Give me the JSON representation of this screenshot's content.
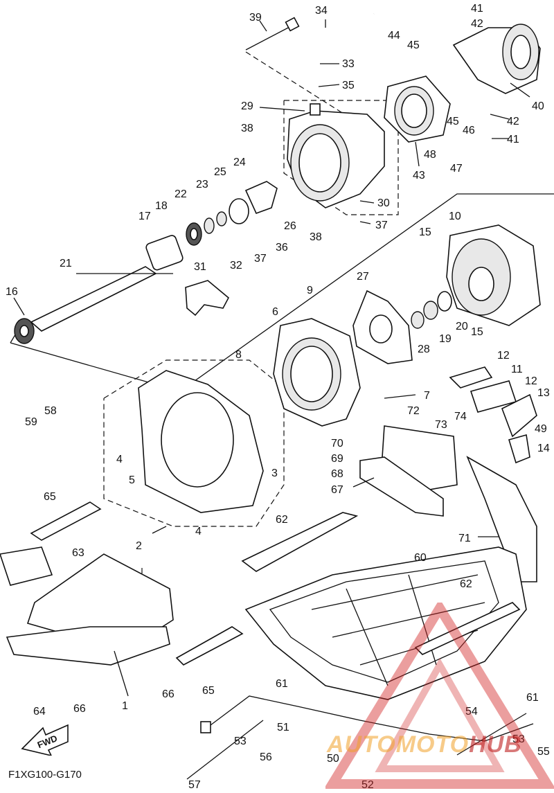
{
  "diagram": {
    "figure_code": "F1XG100-G170",
    "fwd_label": "FWD",
    "watermark": {
      "text_a": "AUTOMOTO",
      "text_b": "HUB",
      "color": "#d11a1a"
    },
    "callouts": [
      "1",
      "2",
      "3",
      "4",
      "4",
      "5",
      "6",
      "7",
      "8",
      "9",
      "10",
      "11",
      "12",
      "12",
      "13",
      "14",
      "15",
      "15",
      "16",
      "17",
      "18",
      "19",
      "20",
      "21",
      "22",
      "23",
      "24",
      "25",
      "26",
      "27",
      "28",
      "29",
      "30",
      "31",
      "32",
      "33",
      "34",
      "35",
      "36",
      "37",
      "37",
      "38",
      "38",
      "39",
      "40",
      "41",
      "41",
      "42",
      "42",
      "43",
      "44",
      "45",
      "45",
      "46",
      "47",
      "48",
      "49",
      "50",
      "51",
      "52",
      "53",
      "53",
      "54",
      "55",
      "56",
      "57",
      "58",
      "59",
      "60",
      "61",
      "61",
      "62",
      "62",
      "63",
      "64",
      "65",
      "65",
      "66",
      "66",
      "67",
      "68",
      "69",
      "70",
      "71",
      "72",
      "73",
      "74"
    ]
  }
}
